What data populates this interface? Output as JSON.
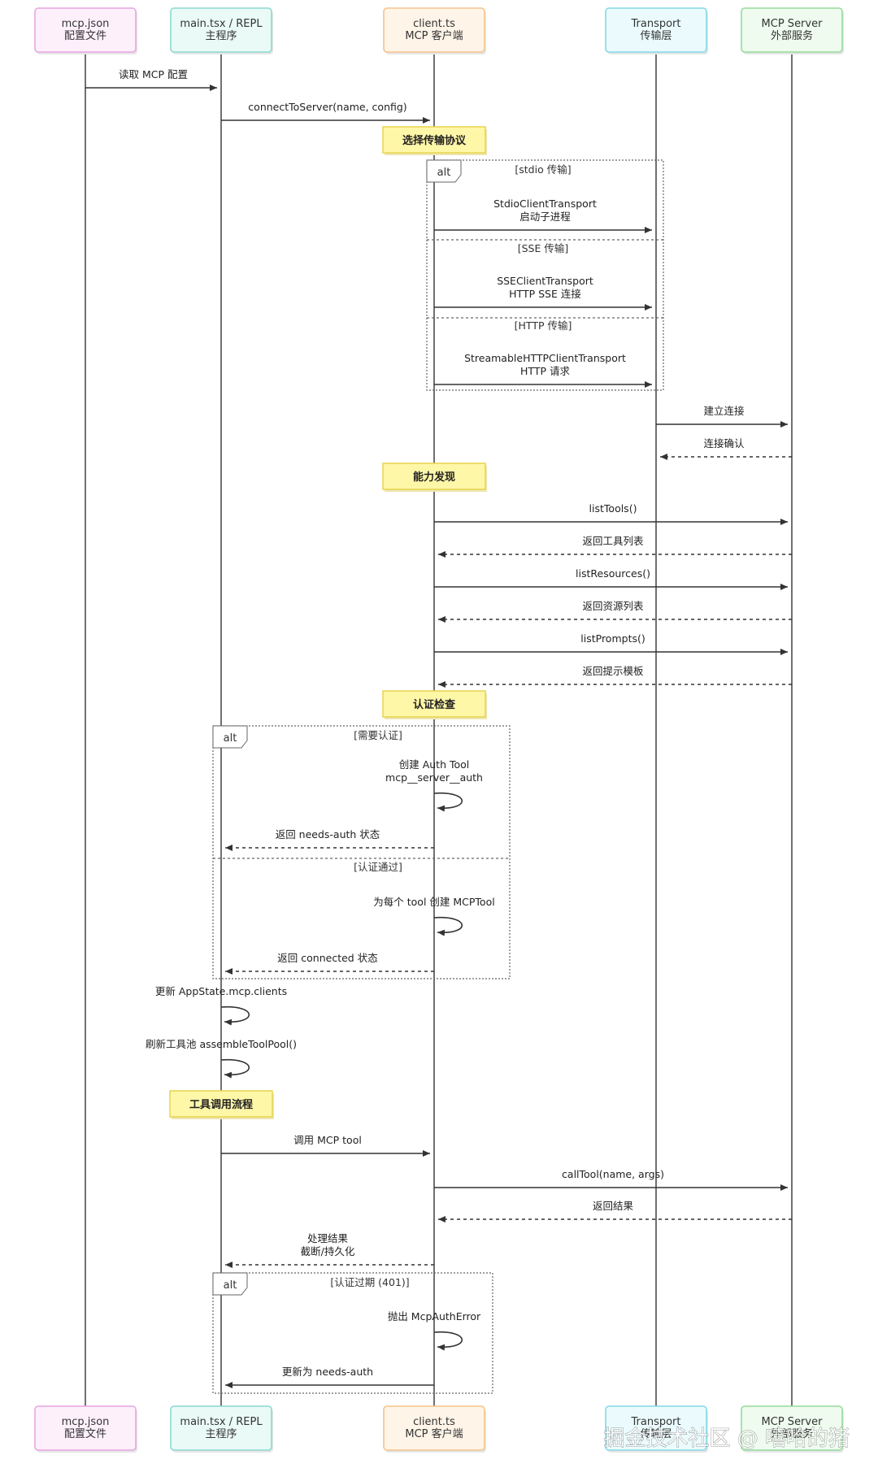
{
  "participants": [
    {
      "id": "cfg",
      "line1": "mcp.json",
      "line2": "配置文件",
      "fill": "#fdf0fb",
      "stroke": "#e8a6e2"
    },
    {
      "id": "main",
      "line1": "main.tsx / REPL",
      "line2": "主程序",
      "fill": "#eafaf7",
      "stroke": "#8ad9cf"
    },
    {
      "id": "client",
      "line1": "client.ts",
      "line2": "MCP 客户端",
      "fill": "#fef4e8",
      "stroke": "#f5c38a"
    },
    {
      "id": "transport",
      "line1": "Transport",
      "line2": "传输层",
      "fill": "#ebfbfd",
      "stroke": "#83d9e6"
    },
    {
      "id": "server",
      "line1": "MCP Server",
      "line2": "外部服务",
      "fill": "#eefbee",
      "stroke": "#93dc9c"
    }
  ],
  "messages": [
    {
      "from": "cfg",
      "to": "main",
      "lines": [
        "读取 MCP 配置"
      ],
      "dashed": false
    },
    {
      "from": "main",
      "to": "client",
      "lines": [
        "connectToServer(name, config)"
      ],
      "dashed": false
    },
    {
      "from": "client",
      "to": "transport",
      "lines": [
        "StdioClientTransport",
        "启动子进程"
      ],
      "dashed": false
    },
    {
      "from": "client",
      "to": "transport",
      "lines": [
        "SSEClientTransport",
        "HTTP SSE 连接"
      ],
      "dashed": false
    },
    {
      "from": "client",
      "to": "transport",
      "lines": [
        "StreamableHTTPClientTransport",
        "HTTP 请求"
      ],
      "dashed": false
    },
    {
      "from": "transport",
      "to": "server",
      "lines": [
        "建立连接"
      ],
      "dashed": false
    },
    {
      "from": "server",
      "to": "transport",
      "lines": [
        "连接确认"
      ],
      "dashed": true
    },
    {
      "from": "client",
      "to": "server",
      "lines": [
        "listTools()"
      ],
      "dashed": false
    },
    {
      "from": "server",
      "to": "client",
      "lines": [
        "返回工具列表"
      ],
      "dashed": true
    },
    {
      "from": "client",
      "to": "server",
      "lines": [
        "listResources()"
      ],
      "dashed": false
    },
    {
      "from": "server",
      "to": "client",
      "lines": [
        "返回资源列表"
      ],
      "dashed": true
    },
    {
      "from": "client",
      "to": "server",
      "lines": [
        "listPrompts()"
      ],
      "dashed": false
    },
    {
      "from": "server",
      "to": "client",
      "lines": [
        "返回提示模板"
      ],
      "dashed": true
    },
    {
      "from": "client",
      "to": "client",
      "lines": [
        "创建 Auth Tool",
        "mcp__server__auth"
      ],
      "dashed": false
    },
    {
      "from": "client",
      "to": "main",
      "lines": [
        "返回 needs-auth 状态"
      ],
      "dashed": true
    },
    {
      "from": "client",
      "to": "client",
      "lines": [
        "为每个 tool 创建 MCPTool"
      ],
      "dashed": false
    },
    {
      "from": "client",
      "to": "main",
      "lines": [
        "返回 connected 状态"
      ],
      "dashed": true
    },
    {
      "from": "main",
      "to": "main",
      "lines": [
        "更新 AppState.mcp.clients"
      ],
      "dashed": false
    },
    {
      "from": "main",
      "to": "main",
      "lines": [
        "刷新工具池 assembleToolPool()"
      ],
      "dashed": false
    },
    {
      "from": "main",
      "to": "client",
      "lines": [
        "调用 MCP tool"
      ],
      "dashed": false
    },
    {
      "from": "client",
      "to": "server",
      "lines": [
        "callTool(name, args)"
      ],
      "dashed": false
    },
    {
      "from": "server",
      "to": "client",
      "lines": [
        "返回结果"
      ],
      "dashed": true
    },
    {
      "from": "client",
      "to": "main",
      "lines": [
        "处理结果",
        "截断/持久化"
      ],
      "dashed": true
    },
    {
      "from": "client",
      "to": "client",
      "lines": [
        "抛出 McpAuthError"
      ],
      "dashed": false
    },
    {
      "from": "client",
      "to": "main",
      "lines": [
        "更新为 needs-auth"
      ],
      "dashed": false
    }
  ],
  "notes": [
    {
      "over": "client",
      "text": "选择传输协议"
    },
    {
      "over": "client",
      "text": "能力发现"
    },
    {
      "over": "client",
      "text": "认证检查"
    },
    {
      "over": "main",
      "text": "工具调用流程"
    }
  ],
  "alt_blocks": [
    {
      "label": "alt",
      "sections": [
        "[stdio 传输]",
        "[SSE 传输]",
        "[HTTP 传输]"
      ]
    },
    {
      "label": "alt",
      "sections": [
        "[需要认证]",
        "[认证通过]"
      ]
    },
    {
      "label": "alt",
      "sections": [
        "[认证过期 (401)]"
      ]
    }
  ],
  "watermark": "掘金技术社区 @ 嘻哈的猪",
  "colors": {
    "line": "#333333",
    "note_fill": "#fff7a8",
    "note_stroke": "#e8d44d",
    "alt_stroke": "#666666"
  }
}
